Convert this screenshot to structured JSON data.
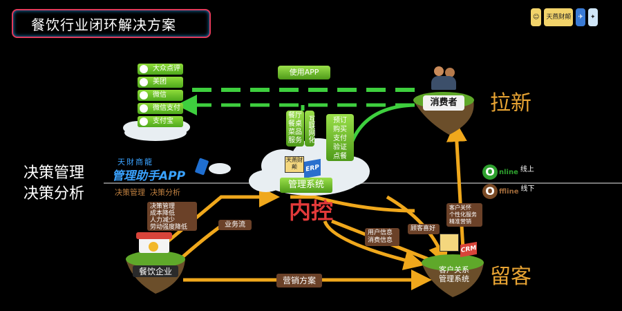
{
  "slide": {
    "title": "餐饮行业闭环解决方案",
    "logos": [
      "天燕财颠"
    ]
  },
  "left_labels": {
    "line1": "决策管理",
    "line2": "决策分析",
    "line_sub": "决策管理  决策分析"
  },
  "app_brand": {
    "top": "天財商龍",
    "main": "管理助手APP"
  },
  "platforms": [
    "大众点评",
    "美团",
    "微信",
    "微信支付",
    "支付宝"
  ],
  "use_app": "使用APP",
  "restaurant_services": "餐厅\n餐桌\n菜品\n服务",
  "internet_label": "互联网化",
  "booking_steps": [
    "预订",
    "购买",
    "支付",
    "验证",
    "点餐"
  ],
  "consumer": "消费者",
  "lax_new": "拉新",
  "retain": "留客",
  "center": {
    "erp": "ERP",
    "brand": "天燕财颠",
    "system": "管理系统",
    "internal_control": "内控"
  },
  "online": {
    "letter": "O",
    "word": "nline",
    "label": "线上"
  },
  "offline": {
    "letter": "O",
    "word": "ffline",
    "label": "线下"
  },
  "decision_list": [
    "决策管理",
    "成本降低",
    "人力减少",
    "劳动强度降低"
  ],
  "business_flow": "业务流",
  "restaurant_enterprise": "餐饮企业",
  "marketing_plan": "营销方案",
  "user_info": [
    "用户信息",
    "消费信息"
  ],
  "preference": "顾客喜好",
  "crm_services": [
    "客户关怀",
    "个性化服务",
    "精准营销"
  ],
  "crm_label": "CRM",
  "crm_system": [
    "客户关系",
    "管理系统"
  ]
}
